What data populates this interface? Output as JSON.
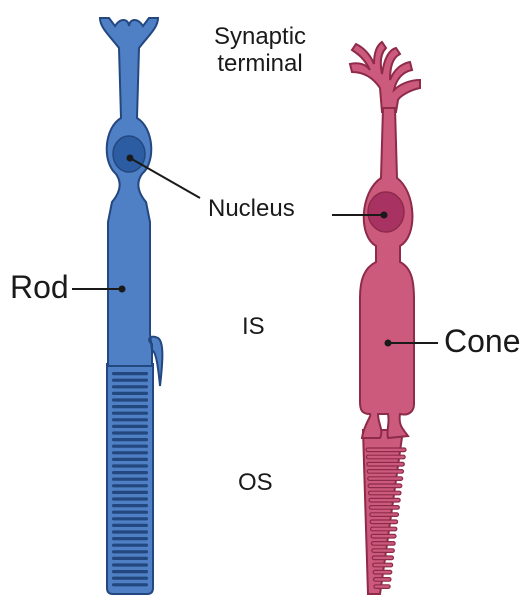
{
  "labels": {
    "synaptic_terminal": "Synaptic\nterminal",
    "nucleus": "Nucleus",
    "rod": "Rod",
    "is": "IS",
    "cone": "Cone",
    "os": "OS"
  },
  "colors": {
    "rod_fill": "#4f7fc4",
    "rod_stroke": "#23477f",
    "rod_nucleus": "#2c5da3",
    "cone_fill": "#cc5a7c",
    "cone_stroke": "#8e2a4a",
    "cone_nucleus": "#a83262",
    "pointer": "#1a1a1a"
  }
}
